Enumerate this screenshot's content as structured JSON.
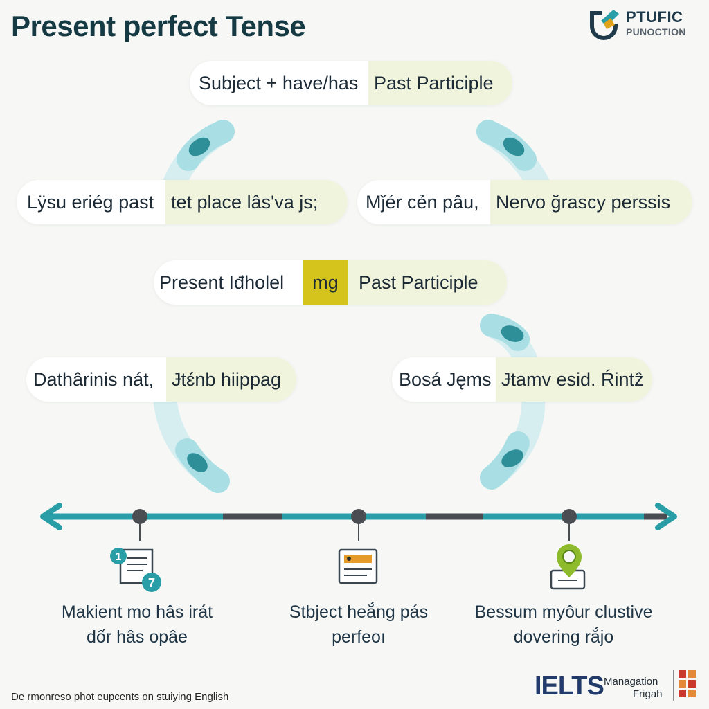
{
  "header": {
    "title": "Present perfect Tense",
    "logo_line1": "PTUFIC",
    "logo_line2": "PUNOCTION"
  },
  "pills": {
    "formula": {
      "left": "Subject + have/has",
      "right": "Past Participle"
    },
    "row2_left": {
      "a": "Lÿsu eriég past ",
      "b": "tet place Ɩâs'va js;"
    },
    "row2_right": {
      "a": "Mǰér cẻn pâu, ",
      "b": "Nervo ğrascy perssis"
    },
    "center": {
      "a": "Present Iđholel",
      "b": "mg",
      "c": "Past Participle"
    },
    "row4_left": {
      "a": "Dathârinis nát, ",
      "b": "Ɉtɛ́nb hiippag"
    },
    "row4_right": {
      "a": "Bosá Jęms ",
      "b": "Ɉtamv esid. Ŕintẑ"
    }
  },
  "timeline": {
    "captions": [
      {
        "line1": "Makient mo hâs irát",
        "line2": "dốr hâs opâe"
      },
      {
        "line1": "Stbject heắng pás",
        "line2": "perfeoı"
      },
      {
        "line1": "Bessum myôur clustive",
        "line2": "dovering rắjo"
      }
    ],
    "calendar_badge_top": "1",
    "calendar_badge_bottom": "7"
  },
  "footer": {
    "note": "De rmonreso phot eupcents on stuiying English",
    "ielts": "IELTS",
    "ielts_line1": "Managation",
    "ielts_line2": "Frigah"
  },
  "colors": {
    "teal": "#2a9ea6",
    "dark": "#4a4d52",
    "highlight": "#f1f4dc",
    "highlight_strong": "#d4c41c",
    "title": "#163a43"
  }
}
